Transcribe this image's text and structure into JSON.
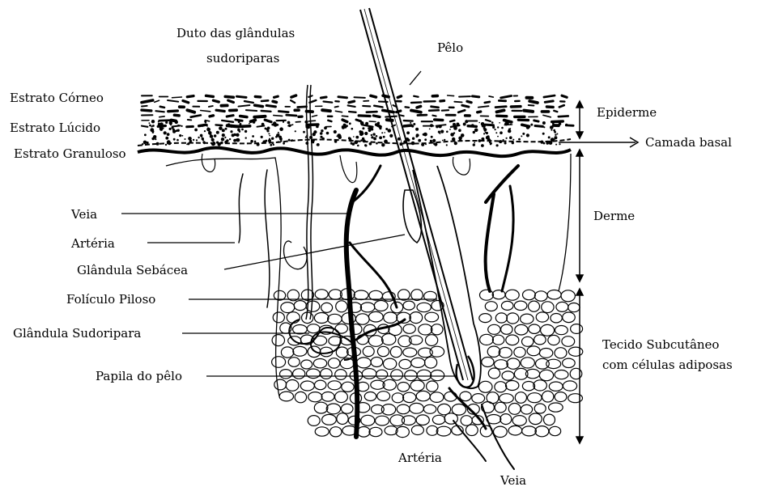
{
  "labels": {
    "duto_line1": "Duto das glândulas",
    "duto_line2": "sudoriparas",
    "pelo": "Pêlo",
    "estrato_corneo": "Estrato Córneo",
    "estrato_lucido": "Estrato Lúcido",
    "estrato_granuloso": "Estrato Granuloso",
    "epiderme": "Epiderme",
    "camada_basal": "Camada basal",
    "derme": "Derme",
    "veia": "Veia",
    "arteria": "Artéria",
    "glandula_sebacea": "Glândula Sebácea",
    "foliculo_piloso": "Folículo Piloso",
    "glandula_sudoripara": "Glândula Sudoripara",
    "papila": "Papila do pêlo",
    "tecido_line1": "Tecido Subcutâneo",
    "tecido_line2": "com células adiposas",
    "arteria_bottom": "Artéria",
    "veia_bottom": "Veia"
  },
  "colors": {
    "ink": "#000000",
    "paper": "#ffffff"
  }
}
